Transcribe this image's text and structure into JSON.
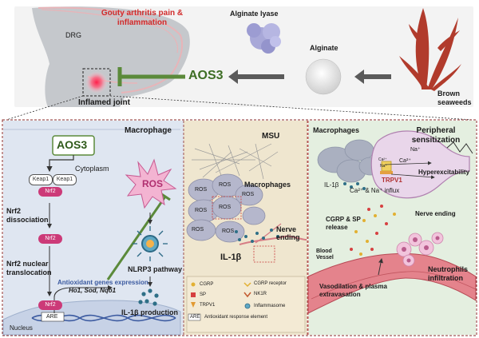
{
  "top": {
    "title": "Gouty arthritis pain & inflammation",
    "drg": "DRG",
    "inflamed_joint": "Inflamed joint",
    "aos3": "AOS3",
    "alginate_lyase": "Alginate lyase",
    "alginate": "Alginate",
    "brown_seaweeds": "Brown seaweeds"
  },
  "left_panel": {
    "macrophage": "Macrophage",
    "aos3": "AOS3",
    "cytoplasm": "Cytoplasm",
    "keap1_a": "Keap1",
    "keap1_b": "Keap1",
    "nrf2_a": "Nrf2",
    "nrf2_b": "Nrf2",
    "nrf2_c": "Nrf2",
    "nrf2_dissociation": "Nrf2 dissociation",
    "nrf2_translocation": "Nrf2 nuclear translocation",
    "antioxidant_title": "Antioxidant genes expression",
    "antioxidant_genes": "Ho1, Sod, Nqo1",
    "are": "ARE",
    "nucleus": "Nucleus",
    "ros": "ROS",
    "nlrp3": "NLRP3 pathway",
    "il1b_production": "IL-1β production"
  },
  "middle_panel": {
    "msu": "MSU",
    "macrophages": "Macrophages",
    "ros_labels": [
      "ROS",
      "ROS",
      "ROS",
      "ROS",
      "ROS",
      "ROS",
      "ROS"
    ],
    "nerve_ending": "Nerve ending",
    "il1b": "IL-1β",
    "legend": {
      "cgrp": "CGRP",
      "cgrp_receptor": "CGRP receptor",
      "sp": "SP",
      "nk1r": "NK1R",
      "trpv1": "TRPV1",
      "inflammasome": "Inflammasome",
      "are_tag": "ARE",
      "are_text": "Antioxidant response element"
    }
  },
  "right_panel": {
    "macrophages": "Macrophages",
    "peripheral_sensitization": "Peripheral sensitization",
    "il1b": "IL-1β",
    "ca_small": "Ca²⁺",
    "na_small": "Na⁺",
    "na_plus": "Na⁺",
    "ca_plus": "Ca²⁺",
    "trpv1": "TRPV1",
    "hyperexcitability": "Hyperexcitability",
    "influx": "Ca²⁺ & Na⁺ influx",
    "nerve_ending": "Nerve ending",
    "release": "CGRP & SP release",
    "blood_vessel": "Blood Vessel",
    "vasodilation": "Vasodilation & plasma extravasation",
    "neutrophils": "Neutrophils infiltration"
  },
  "colors": {
    "red": "#d12b2b",
    "green": "#5b8a3a",
    "arrow_gray": "#5a5a5a",
    "left_bg": "#dfe6f1",
    "mid_bg": "#efe6cf",
    "right_bg": "#e4efe0",
    "nrf2_pink": "#cc3a78",
    "ros_pink": "#f3b4d2",
    "seaweed": "#b13b2c"
  }
}
